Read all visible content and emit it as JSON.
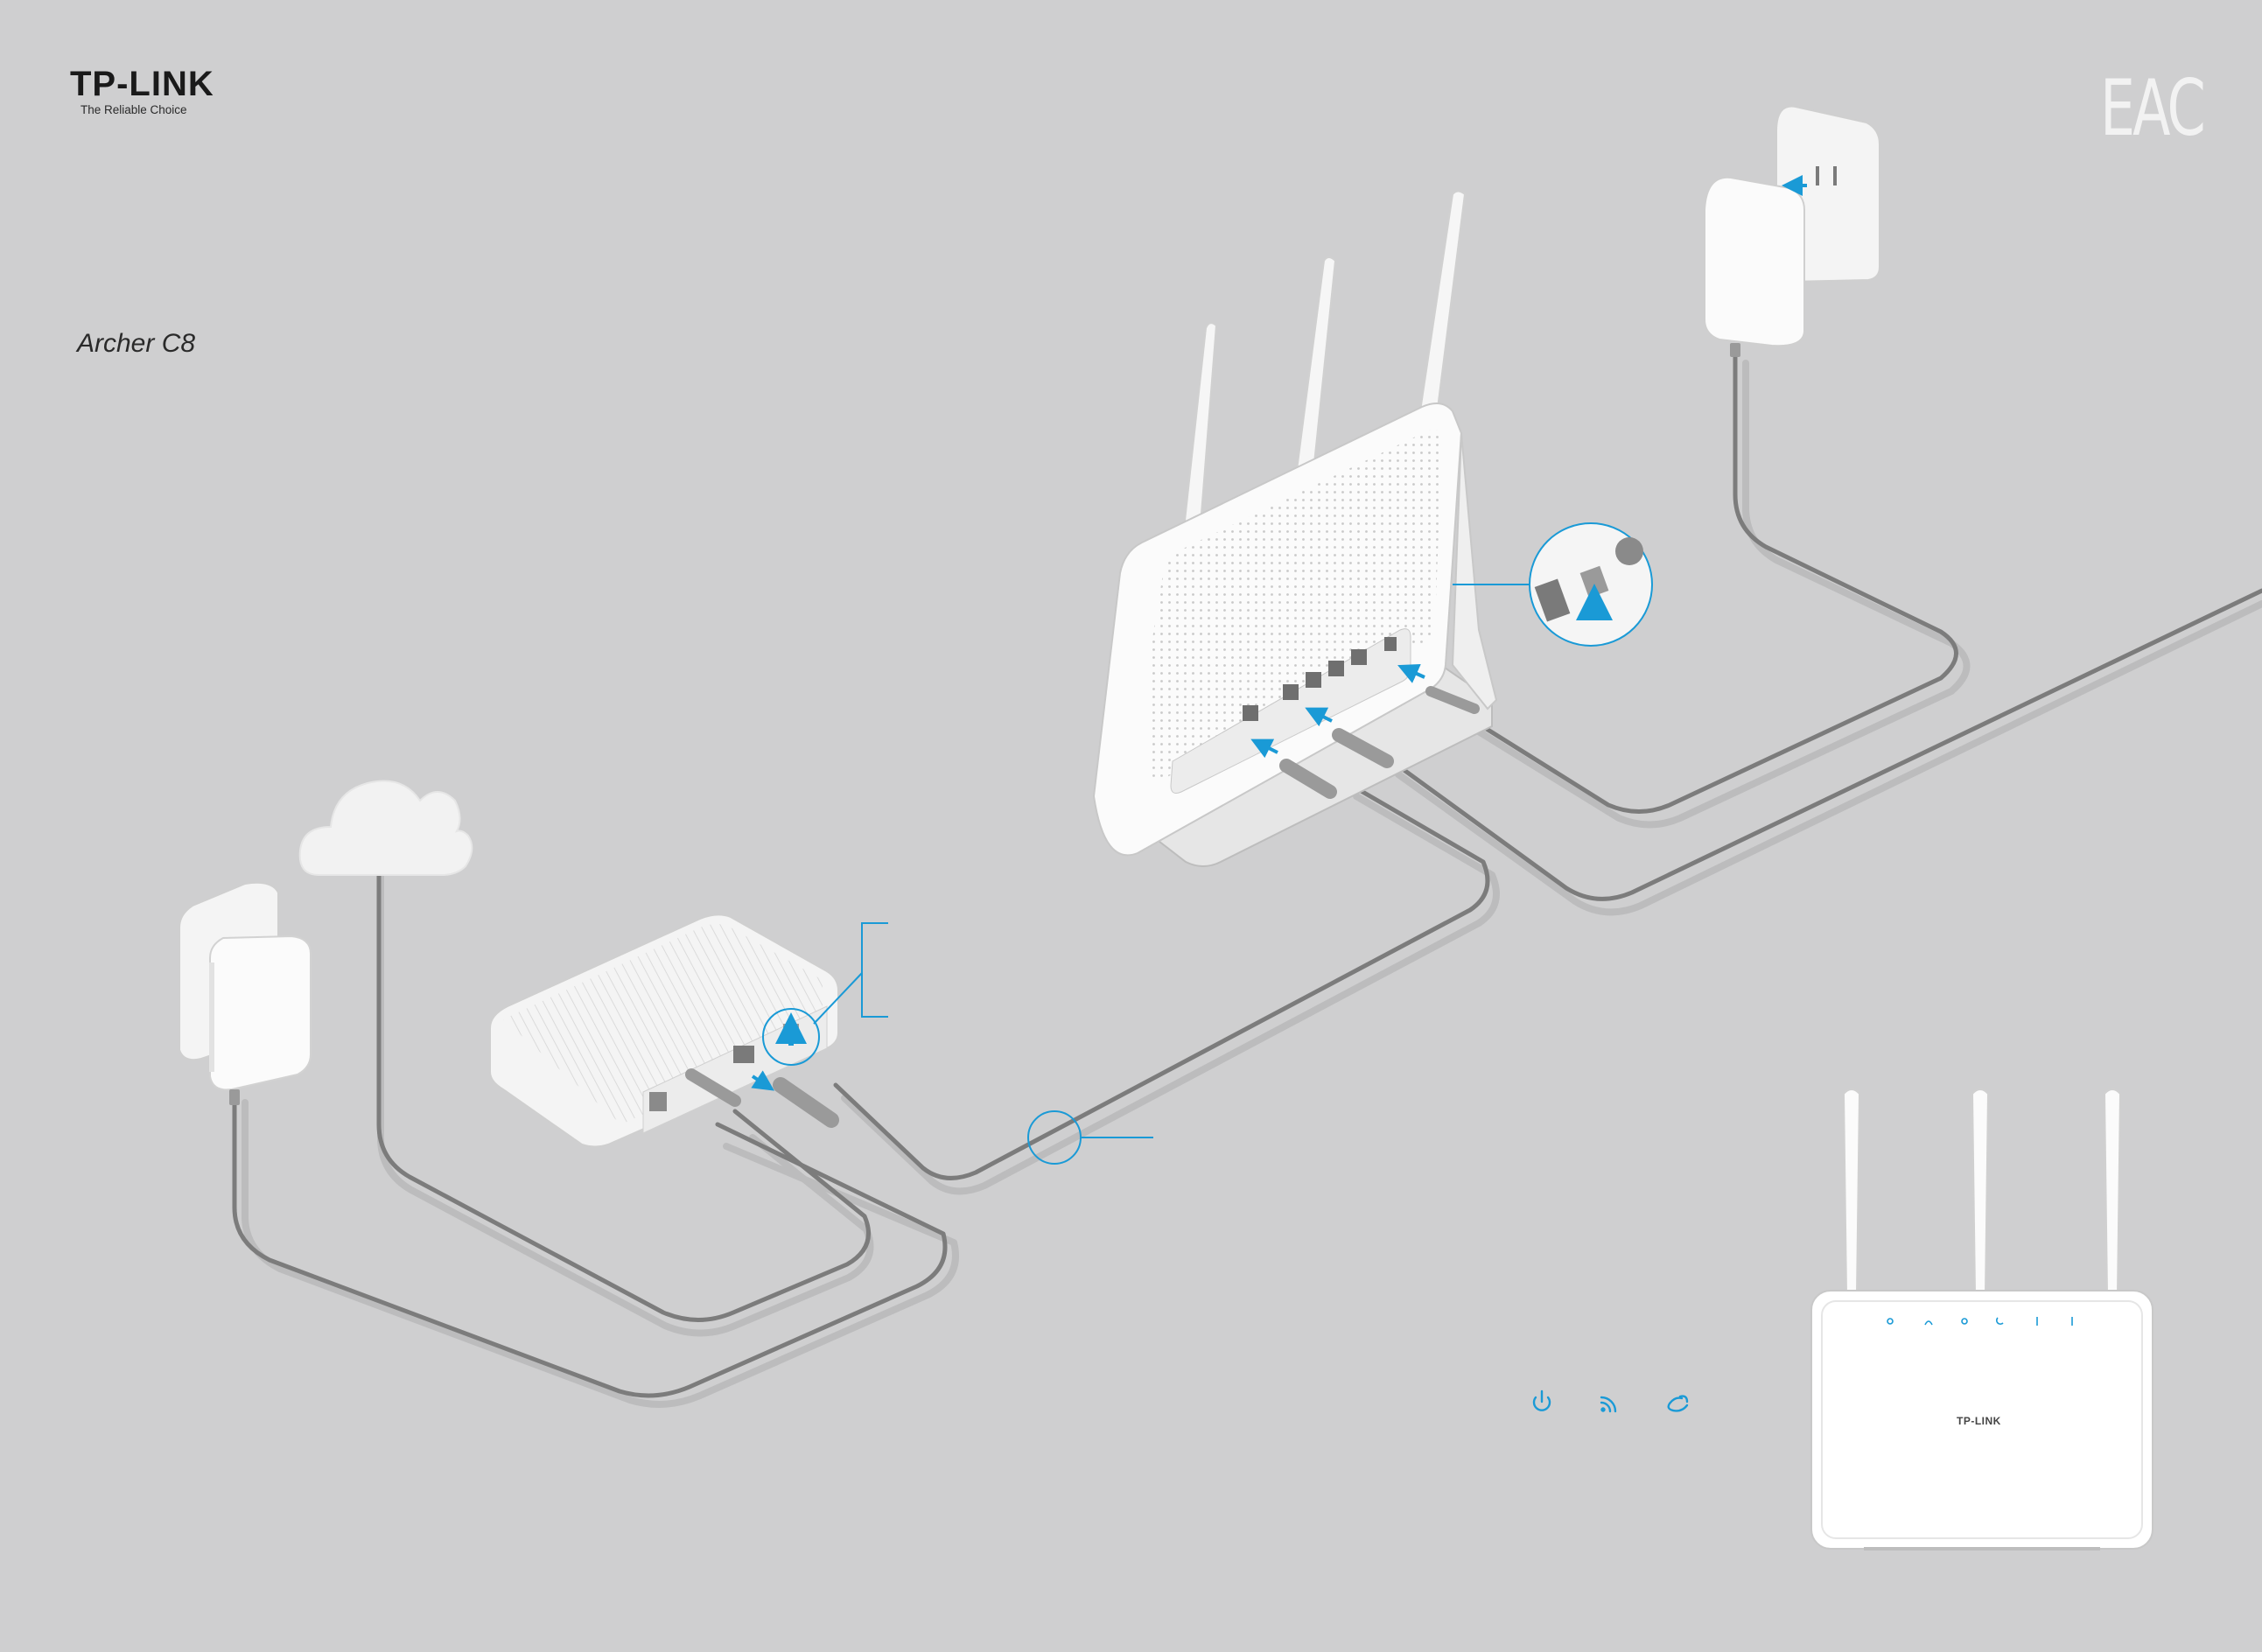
{
  "brand": {
    "name": "TP-LINK",
    "tagline": "The Reliable Choice"
  },
  "model": "Archer C8",
  "certification_mark": "EAC",
  "front_router_logo": "TP-LINK",
  "colors": {
    "background": "#cfcfd0",
    "device_white": "#f7f7f7",
    "cable": "#7c7c7c",
    "cable_shadow": "#bdbdbd",
    "accent_blue": "#1a9ad6",
    "cloud": "#f2f2f2"
  },
  "status_icons": [
    "power-icon",
    "wireless-icon",
    "internet-icon"
  ],
  "front_led_icons": [
    "power-led-icon",
    "wifi-2g-led-icon",
    "wifi-5g-led-icon",
    "internet-led-icon",
    "usb1-led-icon",
    "usb2-led-icon"
  ]
}
